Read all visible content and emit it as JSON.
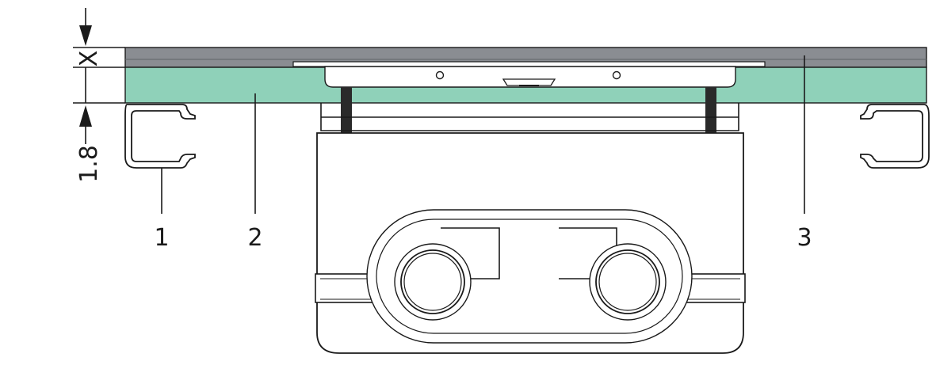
{
  "labels": {
    "part_1": "1",
    "part_2": "2",
    "part_3": "3",
    "dim_x": "X",
    "dim_18": "1.8"
  },
  "colors": {
    "board": "#8fd1b9",
    "cover": "#8a8d92",
    "line": "#1a1a1a"
  }
}
